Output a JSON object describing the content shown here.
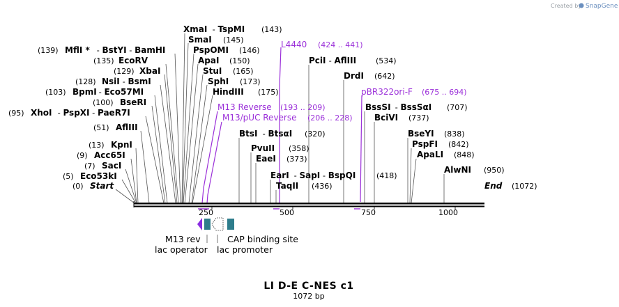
{
  "branding": {
    "created_by": "Created by",
    "app_name": "SnapGene"
  },
  "map": {
    "title": "LI D-E C-NES c1",
    "length_label": "1072 bp",
    "total_bp": 1072,
    "ticks": [
      "250",
      "500",
      "750",
      "1000"
    ]
  },
  "sites": [
    {
      "num": "(139)",
      "name": "MflI *",
      "iso": [
        "BstYI",
        "BamHI"
      ]
    },
    {
      "num": "(135)",
      "name": "EcoRV"
    },
    {
      "num": "(129)",
      "name": "XbaI"
    },
    {
      "num": "(128)",
      "name": "NsiI",
      "iso": [
        "BsmI"
      ]
    },
    {
      "num": "(103)",
      "name": "BpmI",
      "iso": [
        "Eco57MI"
      ]
    },
    {
      "num": "(100)",
      "name": "BseRI"
    },
    {
      "num": "(95)",
      "name": "XhoI",
      "iso": [
        "PspXI",
        "PaeR7I"
      ]
    },
    {
      "num": "(51)",
      "name": "AflIII"
    },
    {
      "num": "(13)",
      "name": "KpnI"
    },
    {
      "num": "(9)",
      "name": "Acc65I"
    },
    {
      "num": "(7)",
      "name": "SacI"
    },
    {
      "num": "(5)",
      "name": "Eco53kI"
    },
    {
      "num": "(0)",
      "name": "Start"
    },
    {
      "name": "XmaI",
      "iso": [
        "TspMI"
      ],
      "num": "(143)"
    },
    {
      "name": "SmaI",
      "num": "(145)"
    },
    {
      "name": "PspOMI",
      "num": "(146)"
    },
    {
      "name": "ApaI",
      "num": "(150)"
    },
    {
      "name": "StuI",
      "num": "(165)"
    },
    {
      "name": "SphI",
      "num": "(173)"
    },
    {
      "name": "HindIII",
      "num": "(175)"
    },
    {
      "name": "PciI",
      "iso": [
        "AflIII"
      ],
      "num": "(534)"
    },
    {
      "name": "DrdI",
      "num": "(642)"
    },
    {
      "name": "BssSI",
      "iso": [
        "BssSαI"
      ],
      "num": "(707)"
    },
    {
      "name": "BciVI",
      "num": "(737)"
    },
    {
      "name": "BtsI",
      "iso": [
        "BtsαI"
      ],
      "num": "(320)"
    },
    {
      "name": "PvuII",
      "num": "(358)"
    },
    {
      "name": "EaeI",
      "num": "(373)"
    },
    {
      "name": "EarI",
      "iso": [
        "SapI",
        "BspQI"
      ],
      "num": "(418)"
    },
    {
      "name": "TaqII",
      "num": "(436)"
    },
    {
      "name": "BseYI",
      "num": "(838)"
    },
    {
      "name": "PspFI",
      "num": "(842)"
    },
    {
      "name": "ApaLI",
      "num": "(848)"
    },
    {
      "name": "AlwNI",
      "num": "(950)"
    },
    {
      "name": "End",
      "num": "(1072)"
    }
  ],
  "primers": [
    {
      "name": "L4440",
      "range": "(424 .. 441)"
    },
    {
      "name": "M13 Reverse",
      "range": "(193 .. 209)"
    },
    {
      "name": "M13/pUC Reverse",
      "range": "(206 .. 228)"
    },
    {
      "name": "pBR322ori-F",
      "range": "(675 .. 694)"
    }
  ],
  "features": [
    {
      "name": "M13 rev",
      "color": "#8a2be2"
    },
    {
      "name": "lac operator",
      "color": "#2e7d8c"
    },
    {
      "name": "lac promoter",
      "color": "#ffffff"
    },
    {
      "name": "CAP binding site",
      "color": "#2e7d8c"
    }
  ]
}
